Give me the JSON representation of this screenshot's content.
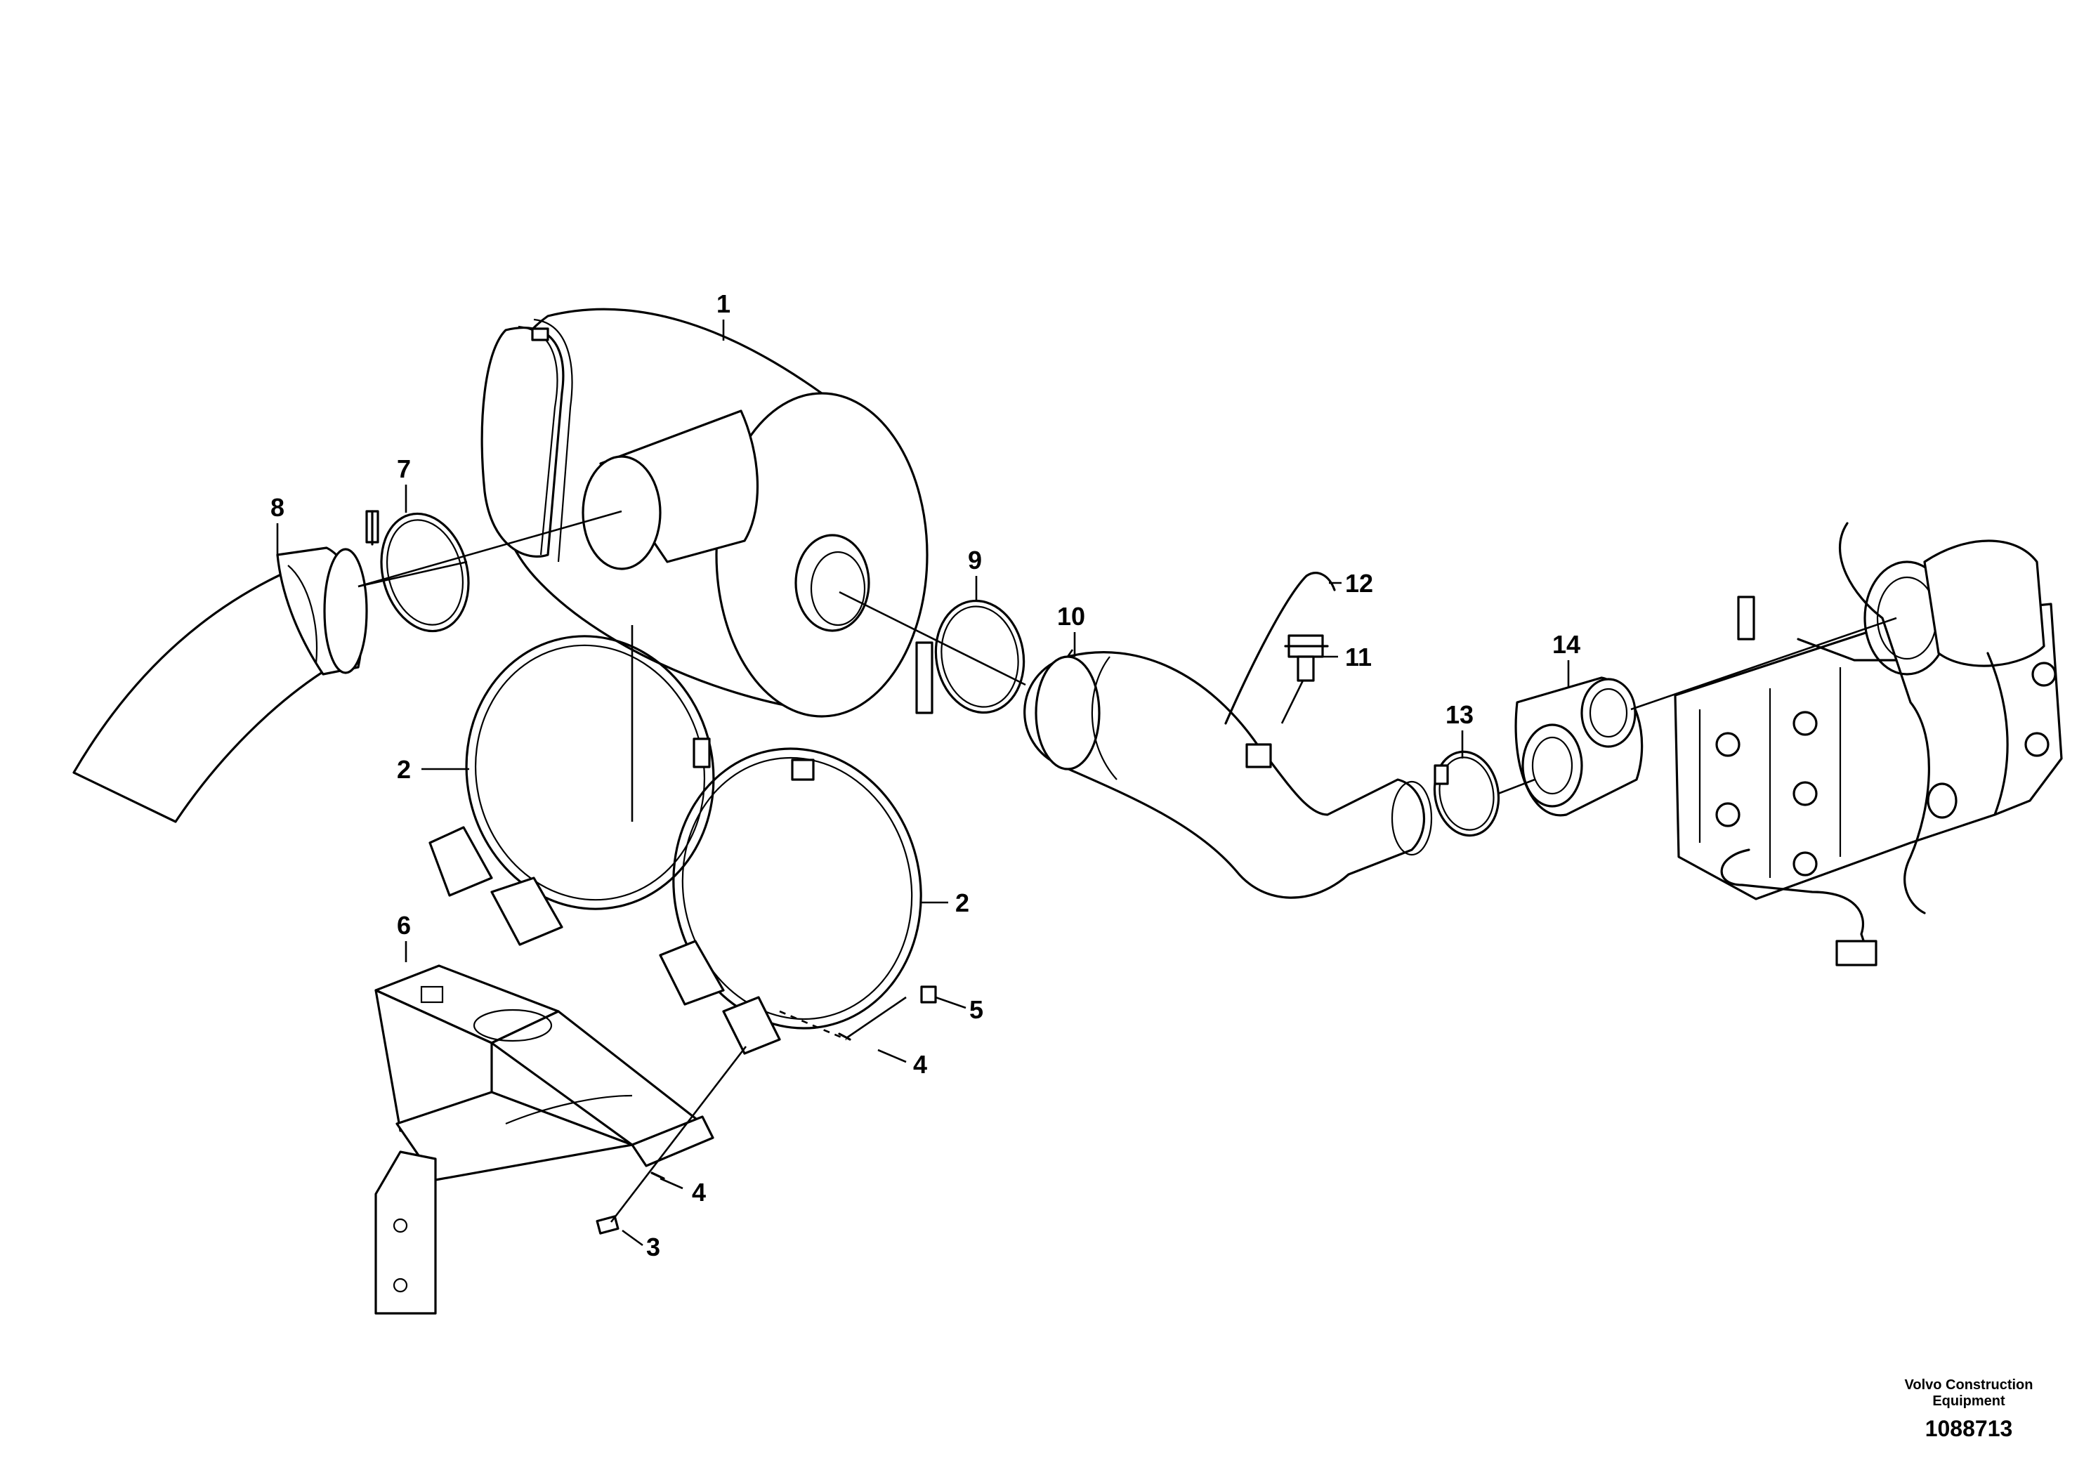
{
  "callouts": {
    "c1": "1",
    "c2a": "2",
    "c2b": "2",
    "c3": "3",
    "c4a": "4",
    "c4b": "4",
    "c5": "5",
    "c6": "6",
    "c7": "7",
    "c8": "8",
    "c9": "9",
    "c10": "10",
    "c11": "11",
    "c12": "12",
    "c13": "13",
    "c14": "14"
  },
  "footer": {
    "brand_line1": "Volvo Construction",
    "brand_line2": "Equipment",
    "drawing_number": "1088713"
  }
}
